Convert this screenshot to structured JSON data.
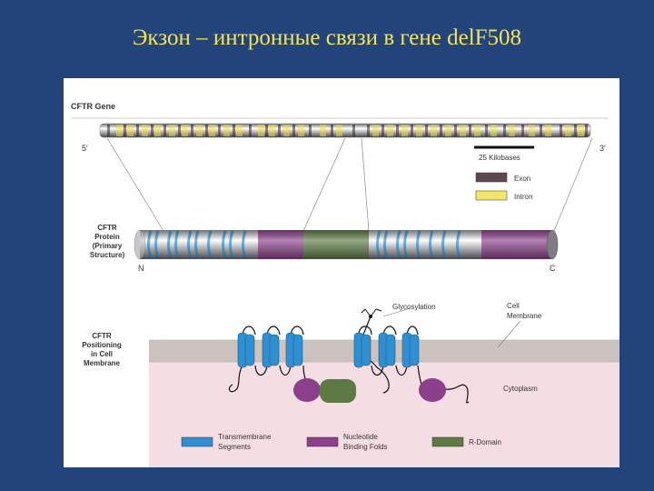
{
  "slide": {
    "title": "Экзон – интронные связи в гене delF508"
  },
  "figure": {
    "gene_label": "CFTR Gene",
    "five_prime": "5′",
    "three_prime": "3′",
    "scale_label": "25 Kilobases",
    "legend_exon": "Exon",
    "legend_intron": "Intron",
    "protein_label": [
      "CFTR",
      "Protein",
      "(Primary",
      "Structure)"
    ],
    "n_label": "N",
    "c_label": "C",
    "glycosylation_label": "Glycosylation",
    "cell_membrane_label": [
      "Cell",
      "Membrane"
    ],
    "positioning_label": [
      "CFTR",
      "Positioning",
      "in Cell",
      "Membrane"
    ],
    "cytoplasm_label": "Cytoplasm",
    "legend_tm": [
      "Transmembrane",
      "Segments"
    ],
    "legend_nbf": [
      "Nucleotide",
      "Binding Folds"
    ],
    "legend_rdomain": "R-Domain"
  },
  "colors": {
    "exon": "#5c4a4e",
    "intron": "#f4e66a",
    "transmembrane": "#2f8fd0",
    "nucleotide_binding": "#8c3f8a",
    "r_domain": "#5e7a44",
    "membrane": "#cdc3be",
    "cytoplasm": "#f4dde3",
    "title": "#f2e35a",
    "background": "#22447a"
  }
}
